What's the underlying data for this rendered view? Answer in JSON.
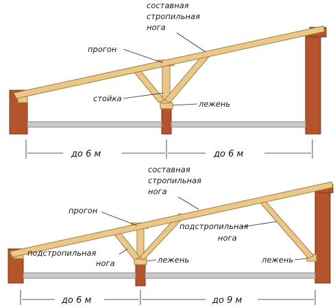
{
  "top_diagram": {
    "label_rafter_line1": "составная",
    "label_rafter_line2": "стропильная",
    "label_rafter_line3": "нога",
    "label_purlin": "прогон",
    "label_post": "стойка",
    "label_sill": "лежень",
    "dim_left": "до 6 м",
    "dim_right": "до 6 м"
  },
  "bottom_diagram": {
    "label_rafter_line1": "составная",
    "label_rafter_line2": "стропильная",
    "label_rafter_line3": "нога",
    "label_purlin": "прогон",
    "label_strut_left_line1": "подстропильная",
    "label_strut_left_line2": "нога",
    "label_strut_right_line1": "подстропильная",
    "label_strut_right_line2": "нога",
    "label_sill_center": "лежень",
    "label_sill_right": "лежень",
    "dim_left": "до 6 м",
    "dim_right": "до 9 м"
  },
  "colors": {
    "wall": "#b5532a",
    "wall_dark": "#8a3a1c",
    "timber": "#eac88a",
    "timber_edge": "#a47b3c",
    "beam": "#c9c9c9"
  }
}
